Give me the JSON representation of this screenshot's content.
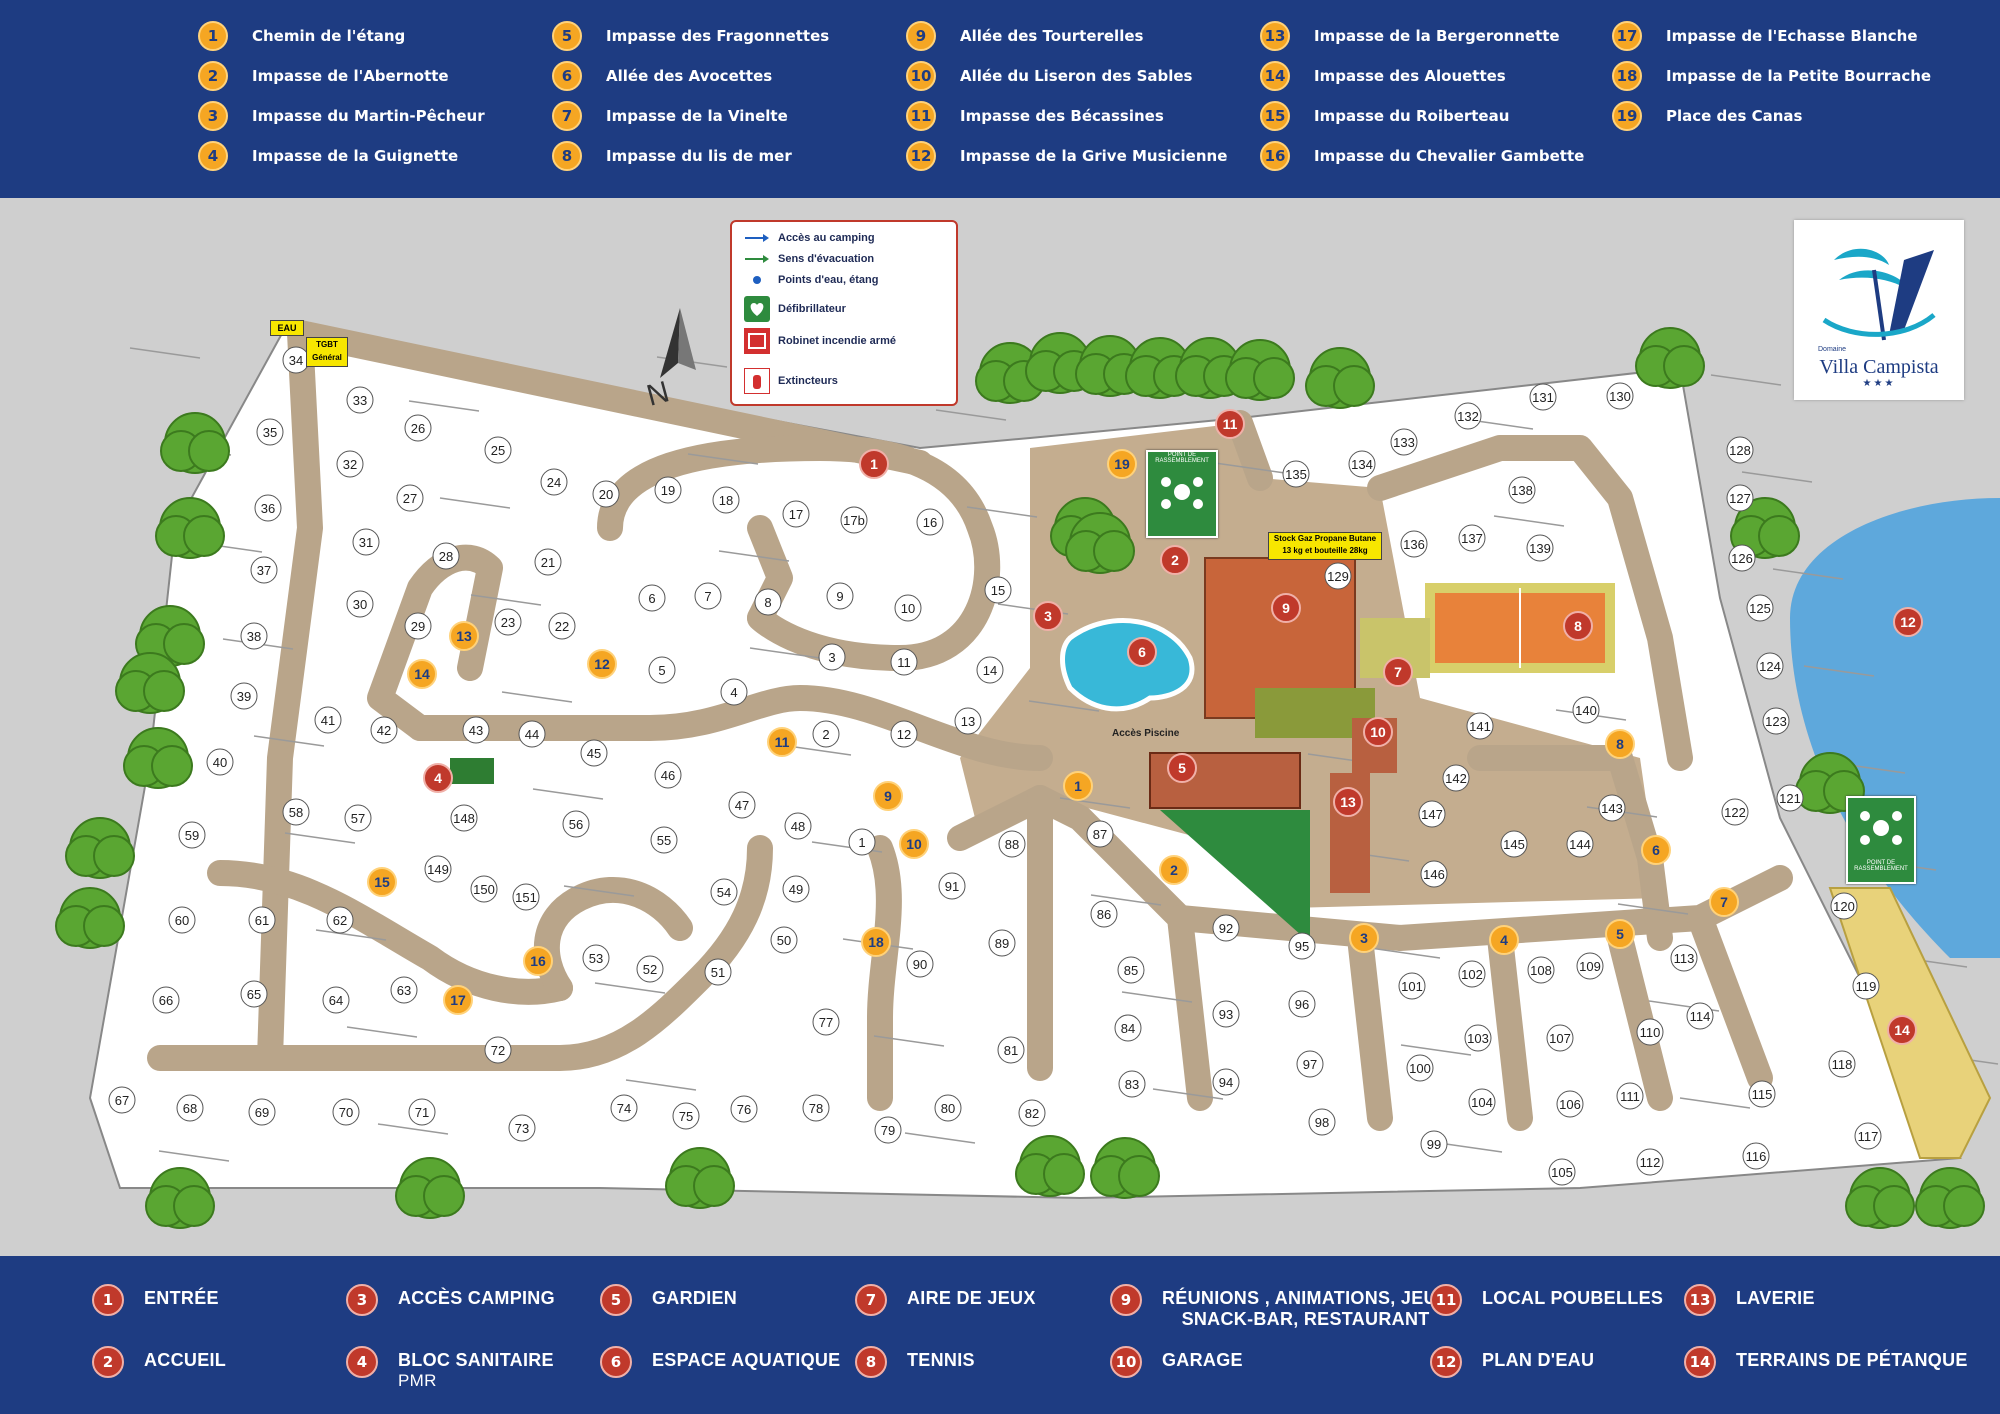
{
  "streets": [
    {
      "n": "1",
      "name": "Chemin de l'étang"
    },
    {
      "n": "2",
      "name": "Impasse de l'Abernotte"
    },
    {
      "n": "3",
      "name": "Impasse du Martin-Pêcheur"
    },
    {
      "n": "4",
      "name": "Impasse de la Guignette"
    },
    {
      "n": "5",
      "name": "Impasse des Fragonnettes"
    },
    {
      "n": "6",
      "name": "Allée des Avocettes"
    },
    {
      "n": "7",
      "name": "Impasse de la Vinelte"
    },
    {
      "n": "8",
      "name": "Impasse du lis de mer"
    },
    {
      "n": "9",
      "name": "Allée des Tourterelles"
    },
    {
      "n": "10",
      "name": "Allée du Liseron des Sables"
    },
    {
      "n": "11",
      "name": "Impasse des Bécassines"
    },
    {
      "n": "12",
      "name": "Impasse de la Grive Musicienne"
    },
    {
      "n": "13",
      "name": "Impasse de la Bergeronnette"
    },
    {
      "n": "14",
      "name": "Impasse des Alouettes"
    },
    {
      "n": "15",
      "name": "Impasse du Roiberteau"
    },
    {
      "n": "16",
      "name": "Impasse du Chevalier Gambette"
    },
    {
      "n": "17",
      "name": "Impasse de l'Echasse Blanche"
    },
    {
      "n": "18",
      "name": "Impasse de la Petite Bourrache"
    },
    {
      "n": "19",
      "name": "Place des Canas"
    }
  ],
  "facilities": [
    {
      "n": "1",
      "name": "ENTRÉE",
      "sub": ""
    },
    {
      "n": "2",
      "name": "ACCUEIL",
      "sub": ""
    },
    {
      "n": "3",
      "name": "ACCÈS CAMPING",
      "sub": ""
    },
    {
      "n": "4",
      "name": "BLOC   SANITAIRE",
      "sub": "PMR"
    },
    {
      "n": "5",
      "name": "GARDIEN",
      "sub": ""
    },
    {
      "n": "6",
      "name": "ESPACE AQUATIQUE",
      "sub": ""
    },
    {
      "n": "7",
      "name": "AIRE DE JEUX",
      "sub": ""
    },
    {
      "n": "8",
      "name": "TENNIS",
      "sub": ""
    },
    {
      "n": "9",
      "name": "RÉUNIONS , ANIMATIONS,  JEUX",
      "sub": "SNACK-BAR,  RESTAURANT"
    },
    {
      "n": "10",
      "name": "GARAGE",
      "sub": ""
    },
    {
      "n": "11",
      "name": "LOCAL POUBELLES",
      "sub": ""
    },
    {
      "n": "12",
      "name": "PLAN D'EAU",
      "sub": ""
    },
    {
      "n": "13",
      "name": "LAVERIE",
      "sub": ""
    },
    {
      "n": "14",
      "name": "TERRAINS DE PÉTANQUE",
      "sub": ""
    }
  ],
  "legend": {
    "access": "Accès au camping",
    "evacuation": "Sens d'évacuation",
    "water": "Points d'eau, étang",
    "defib": "Défibrillateur",
    "hydrant": "Robinet incendie armé",
    "extinguisher": "Extincteurs"
  },
  "compass": "N",
  "logo": {
    "pre": "Domaine",
    "name": "Villa Campista",
    "stars": "★★★"
  },
  "labels": {
    "eau": "EAU",
    "tgbt1": "TGBT",
    "tgbt2": "Général",
    "gas1": "Stock Gaz Propane Butane",
    "gas2": "13 kg et bouteille 28kg",
    "pool_access": "Accès Piscine",
    "assembly1": "POINT DE",
    "assembly2": "RASSEMBLEMENT"
  },
  "colors": {
    "band": "#1e3c82",
    "street_badge": "#f5a623",
    "facility_badge": "#c0392b",
    "path": "#b9a58a",
    "plot": "#ffffff",
    "lake": "#5ea8dc",
    "grass": "#2e8b3e"
  }
}
